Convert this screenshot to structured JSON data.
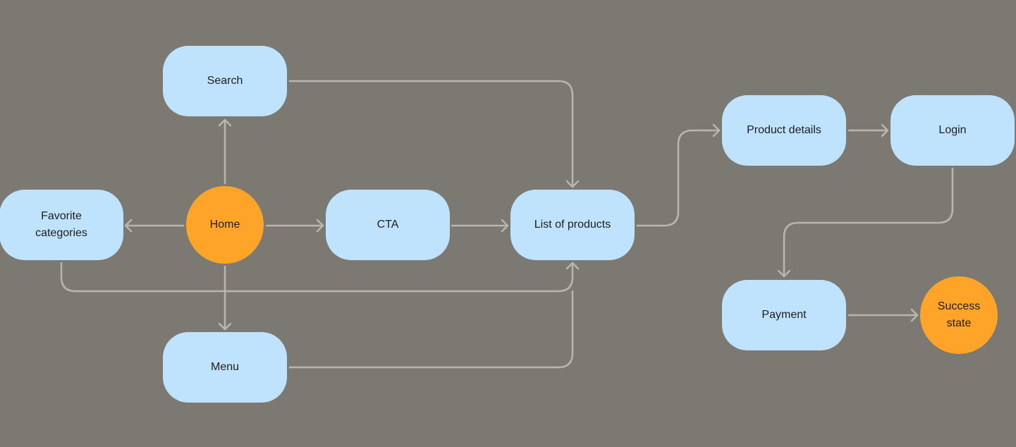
{
  "colors": {
    "background": "#7c7972",
    "process_node": "#bfe3fc",
    "terminal_node": "#fea529",
    "connector": "#b9b6b0",
    "text": "#1e1e1e"
  },
  "nodes": {
    "search": {
      "label": "Search",
      "shape": "rounded-rect"
    },
    "favorite_categories": {
      "label": "Favorite\ncategories",
      "shape": "rounded-rect"
    },
    "home": {
      "label": "Home",
      "shape": "circle"
    },
    "cta": {
      "label": "CTA",
      "shape": "rounded-rect"
    },
    "list_of_products": {
      "label": "List of products",
      "shape": "rounded-rect"
    },
    "menu": {
      "label": "Menu",
      "shape": "rounded-rect"
    },
    "product_details": {
      "label": "Product details",
      "shape": "rounded-rect"
    },
    "login": {
      "label": "Login",
      "shape": "rounded-rect"
    },
    "payment": {
      "label": "Payment",
      "shape": "rounded-rect"
    },
    "success_state": {
      "label": "Success\nstate",
      "shape": "circle"
    }
  },
  "edges": [
    {
      "from": "home",
      "to": "search"
    },
    {
      "from": "home",
      "to": "favorite_categories"
    },
    {
      "from": "home",
      "to": "cta"
    },
    {
      "from": "home",
      "to": "menu"
    },
    {
      "from": "search",
      "to": "list_of_products"
    },
    {
      "from": "cta",
      "to": "list_of_products"
    },
    {
      "from": "favorite_categories",
      "to": "list_of_products"
    },
    {
      "from": "menu",
      "to": "list_of_products"
    },
    {
      "from": "list_of_products",
      "to": "product_details"
    },
    {
      "from": "product_details",
      "to": "login"
    },
    {
      "from": "login",
      "to": "payment"
    },
    {
      "from": "payment",
      "to": "success_state"
    }
  ]
}
